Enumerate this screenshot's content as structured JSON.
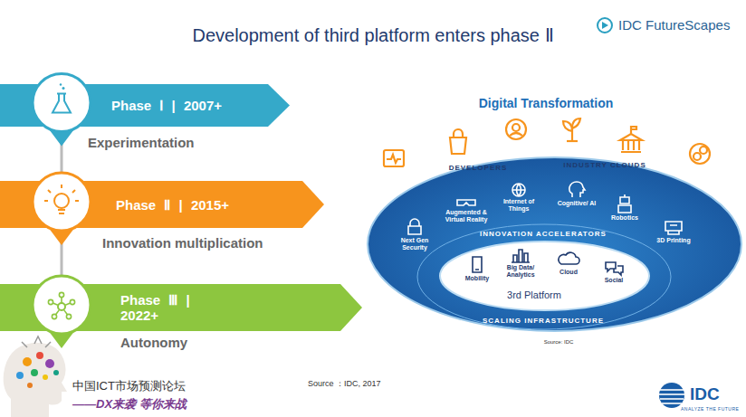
{
  "diagram": {
    "title": "Development of third platform enters phase Ⅱ",
    "nodes": [
      {
        "text": [
          "Phase Ⅰ | 2007+",
          "Experimentation"
        ]
      },
      {
        "text": [
          "Phase Ⅱ | 2015+",
          "Innovation multiplication"
        ]
      },
      {
        "text": [
          "Phase Ⅲ | 2022+",
          "Autonomy"
        ]
      },
      {
        "text": [
          "INNOVATION ACCELERATORS",
          "SCALING INFRASTRUCTURE"
        ]
      },
      {
        "text": [
          "3rd Platform"
        ],
        "in": 3
      }
    ],
    "edges": [
      {
        "from": 0,
        "to": 1,
        "arrow": "none"
      },
      {
        "from": 1,
        "to": 2,
        "arrow": "none"
      }
    ],
    "labels": [
      "IDC FutureScapes",
      "Digital Transformation",
      "DEVELOPERS",
      "INDUSTRY CLOUDS",
      "Augmented & Virtual Reality",
      "Internet of Things",
      "Cognitive/ AI",
      "Robotics",
      "Next Gen Security",
      "3D Printing",
      "Mobility",
      "Big Data/ Analytics",
      "Cloud",
      "Social",
      "Source: IDC",
      "中国ICT市场预测论坛",
      "——DX来袭 等你来战",
      "Source ：IDC, 2017",
      "IDC",
      "ANALYZE THE FUTURE"
    ]
  }
}
